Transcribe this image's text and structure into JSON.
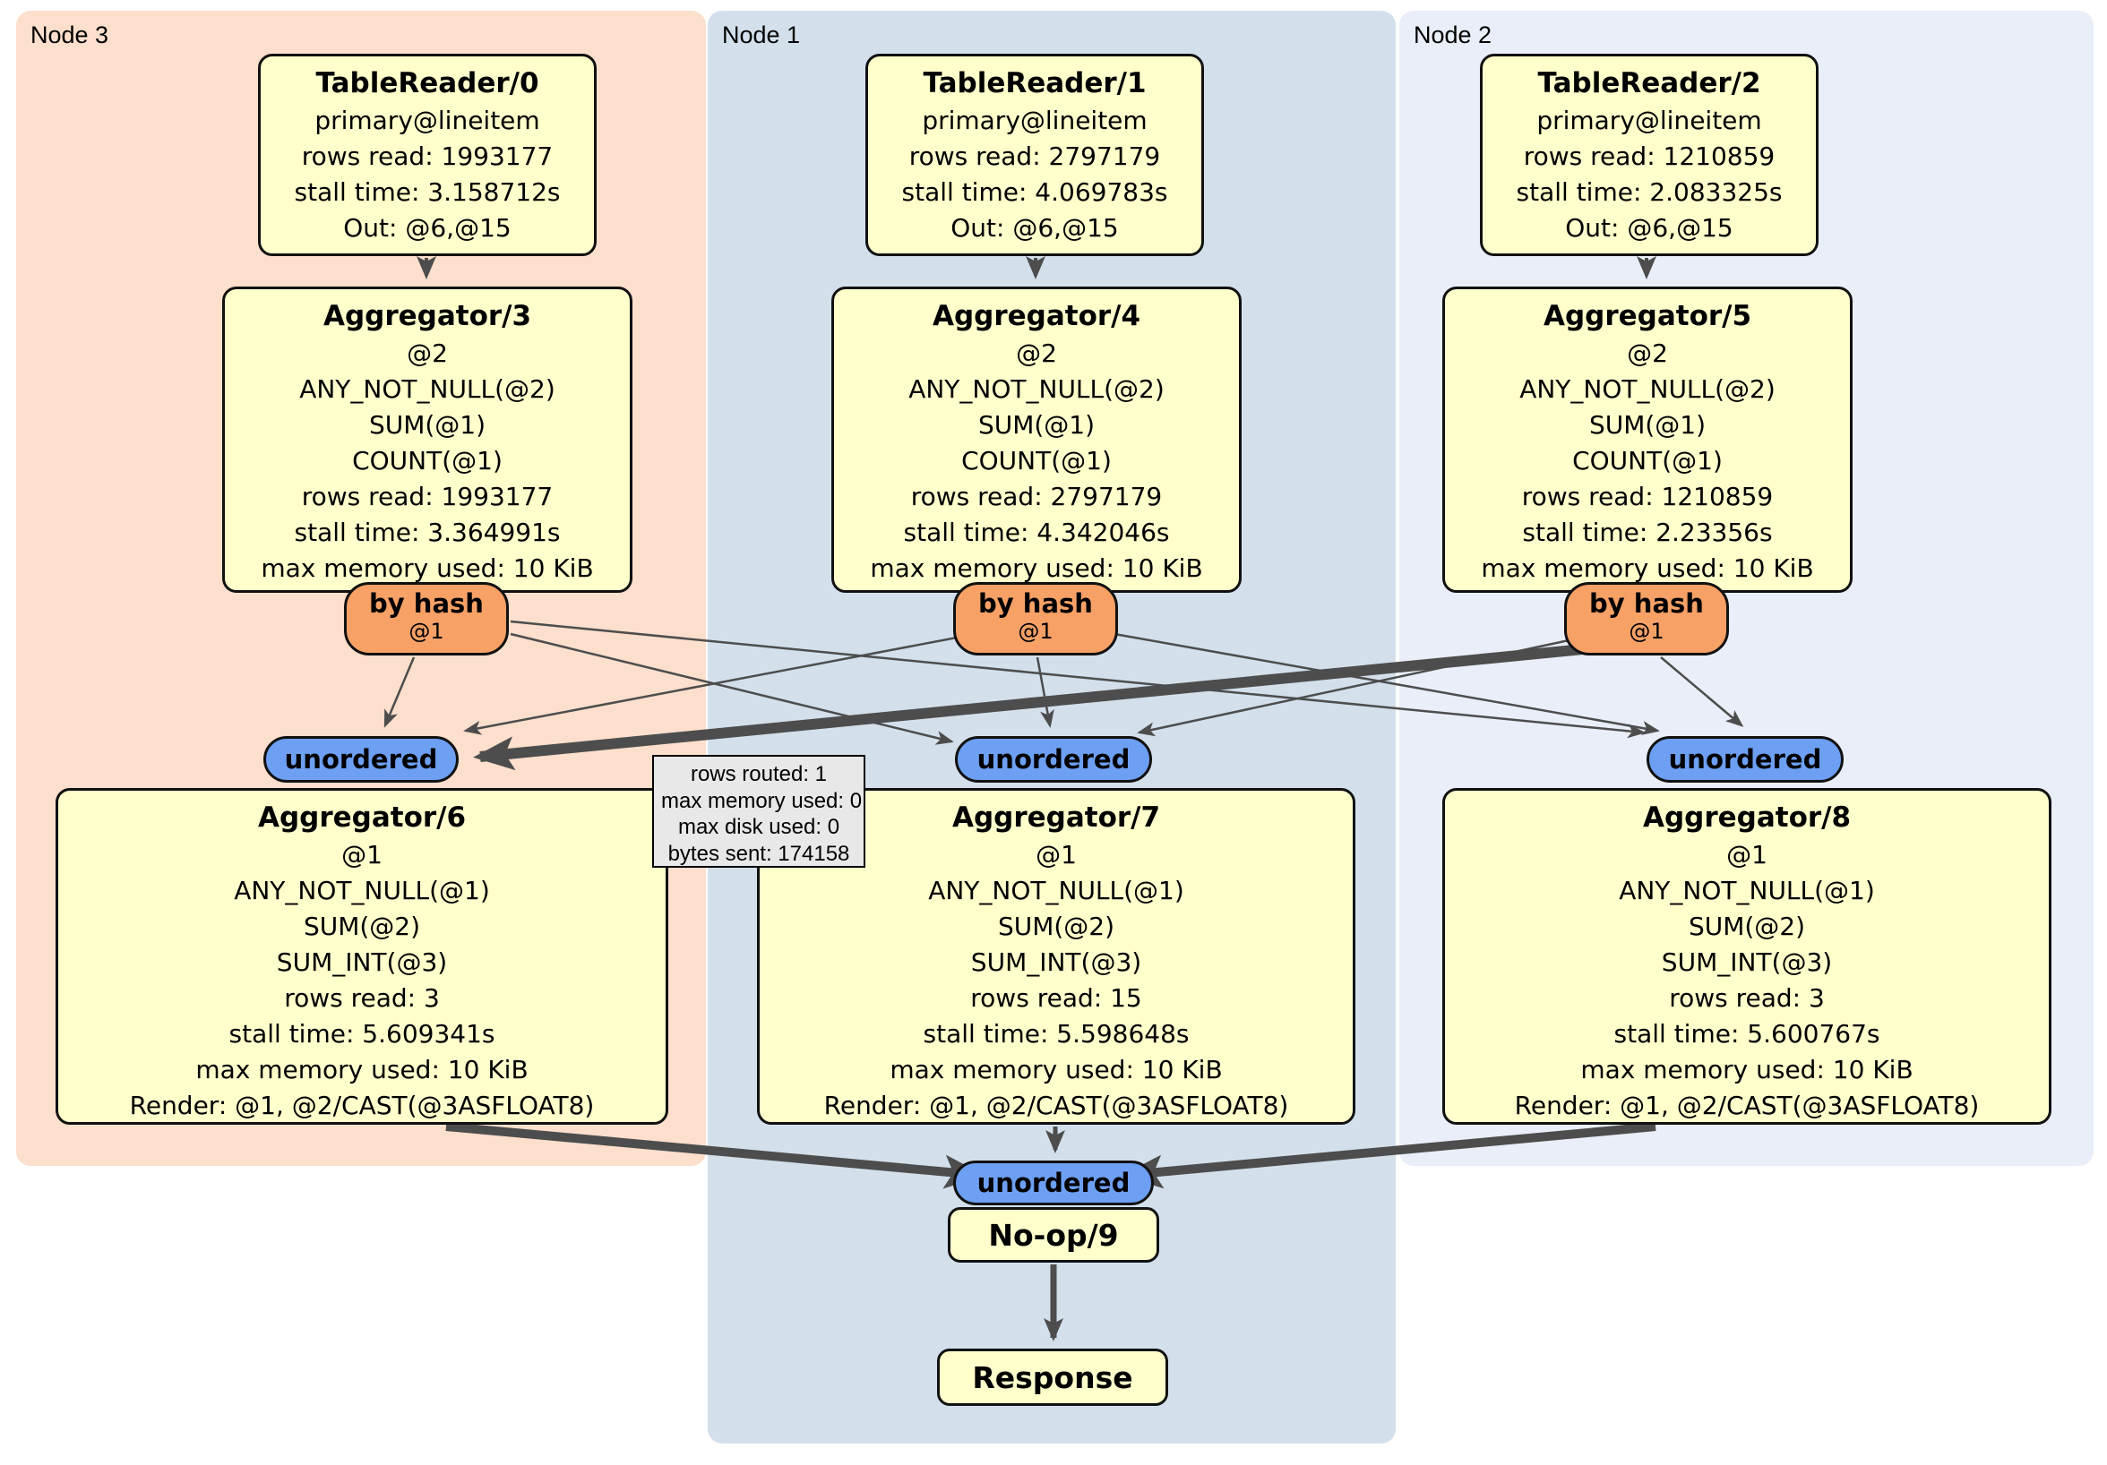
{
  "groups": {
    "node3": {
      "label": "Node 3"
    },
    "node1": {
      "label": "Node 1"
    },
    "node2": {
      "label": "Node 2"
    }
  },
  "colors": {
    "node3_bg": "#fcdfcc",
    "node1_bg": "#d3e0ec",
    "node2_bg": "#e9eef8",
    "processor_bg": "#ffffcc",
    "router_bg": "#f7a166",
    "sync_bg": "#6d9ff2",
    "tooltip_bg": "#e8e8e8",
    "edge": "#4d4d4d"
  },
  "processors": {
    "tr0": {
      "title": "TableReader/0",
      "lines": [
        "primary@lineitem",
        "rows read: 1993177",
        "stall time: 3.158712s",
        "Out: @6,@15"
      ]
    },
    "tr1": {
      "title": "TableReader/1",
      "lines": [
        "primary@lineitem",
        "rows read: 2797179",
        "stall time: 4.069783s",
        "Out: @6,@15"
      ]
    },
    "tr2": {
      "title": "TableReader/2",
      "lines": [
        "primary@lineitem",
        "rows read: 1210859",
        "stall time: 2.083325s",
        "Out: @6,@15"
      ]
    },
    "agg3": {
      "title": "Aggregator/3",
      "lines": [
        "@2",
        "ANY_NOT_NULL(@2)",
        "SUM(@1)",
        "COUNT(@1)",
        "rows read: 1993177",
        "stall time: 3.364991s",
        "max memory used: 10 KiB"
      ]
    },
    "agg4": {
      "title": "Aggregator/4",
      "lines": [
        "@2",
        "ANY_NOT_NULL(@2)",
        "SUM(@1)",
        "COUNT(@1)",
        "rows read: 2797179",
        "stall time: 4.342046s",
        "max memory used: 10 KiB"
      ]
    },
    "agg5": {
      "title": "Aggregator/5",
      "lines": [
        "@2",
        "ANY_NOT_NULL(@2)",
        "SUM(@1)",
        "COUNT(@1)",
        "rows read: 1210859",
        "stall time: 2.23356s",
        "max memory used: 10 KiB"
      ]
    },
    "agg6": {
      "title": "Aggregator/6",
      "lines": [
        "@1",
        "ANY_NOT_NULL(@1)",
        "SUM(@2)",
        "SUM_INT(@3)",
        "rows read: 3",
        "stall time: 5.609341s",
        "max memory used: 10 KiB",
        "Render: @1, @2/CAST(@3ASFLOAT8)"
      ]
    },
    "agg7": {
      "title": "Aggregator/7",
      "lines": [
        "@1",
        "ANY_NOT_NULL(@1)",
        "SUM(@2)",
        "SUM_INT(@3)",
        "rows read: 15",
        "stall time: 5.598648s",
        "max memory used: 10 KiB",
        "Render: @1, @2/CAST(@3ASFLOAT8)"
      ]
    },
    "agg8": {
      "title": "Aggregator/8",
      "lines": [
        "@1",
        "ANY_NOT_NULL(@1)",
        "SUM(@2)",
        "SUM_INT(@3)",
        "rows read: 3",
        "stall time: 5.600767s",
        "max memory used: 10 KiB",
        "Render: @1, @2/CAST(@3ASFLOAT8)"
      ]
    },
    "noop": {
      "title": "No-op/9"
    },
    "response": {
      "title": "Response"
    }
  },
  "routers": {
    "hash3": {
      "label": "by hash",
      "sub": "@1"
    },
    "hash4": {
      "label": "by hash",
      "sub": "@1"
    },
    "hash5": {
      "label": "by hash",
      "sub": "@1"
    },
    "sync6": {
      "label": "unordered"
    },
    "sync7": {
      "label": "unordered"
    },
    "sync8": {
      "label": "unordered"
    },
    "sync9": {
      "label": "unordered"
    }
  },
  "tooltip": {
    "lines": [
      "rows routed: 1",
      "max memory used: 0",
      "max disk used: 0",
      "bytes sent: 174158"
    ]
  },
  "edges": [
    {
      "from": "tr0",
      "to": "agg3",
      "weight": "medium"
    },
    {
      "from": "tr1",
      "to": "agg4",
      "weight": "medium"
    },
    {
      "from": "tr2",
      "to": "agg5",
      "weight": "medium"
    },
    {
      "from": "hash3",
      "to": "sync6",
      "weight": "thin"
    },
    {
      "from": "hash3",
      "to": "sync7",
      "weight": "thin"
    },
    {
      "from": "hash3",
      "to": "sync8",
      "weight": "thin"
    },
    {
      "from": "hash4",
      "to": "sync6",
      "weight": "thin"
    },
    {
      "from": "hash4",
      "to": "sync7",
      "weight": "thin"
    },
    {
      "from": "hash4",
      "to": "sync8",
      "weight": "thin"
    },
    {
      "from": "hash5",
      "to": "sync6",
      "weight": "thick"
    },
    {
      "from": "hash5",
      "to": "sync7",
      "weight": "thin"
    },
    {
      "from": "hash5",
      "to": "sync8",
      "weight": "thin"
    },
    {
      "from": "agg6",
      "to": "sync9",
      "weight": "thick"
    },
    {
      "from": "agg7",
      "to": "sync9",
      "weight": "medium"
    },
    {
      "from": "agg8",
      "to": "sync9",
      "weight": "thick"
    },
    {
      "from": "noop",
      "to": "response",
      "weight": "medium"
    }
  ]
}
